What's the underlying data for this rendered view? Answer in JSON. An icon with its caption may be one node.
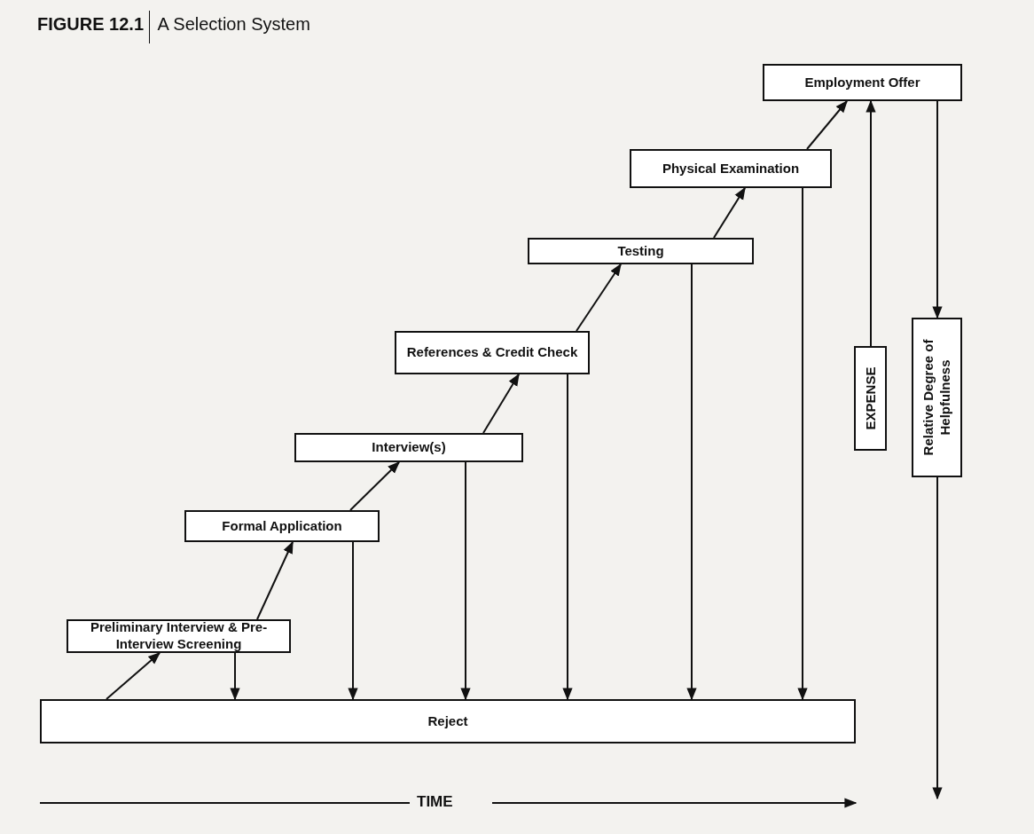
{
  "diagram": {
    "title": "**FIGURE 12.1** A Selection System",
    "nodes": [
      {
        "text": [
          "Reject"
        ]
      },
      {
        "text": [
          "Preliminary Interview & Pre-Interview Screening"
        ]
      },
      {
        "text": [
          "Formal Application"
        ]
      },
      {
        "text": [
          "Interview(s)"
        ]
      },
      {
        "text": [
          "References & Credit Check"
        ]
      },
      {
        "text": [
          "Testing"
        ]
      },
      {
        "text": [
          "Physical Examination"
        ]
      },
      {
        "text": [
          "Employment Offer"
        ]
      },
      {
        "text": [
          "EXPENSE"
        ]
      },
      {
        "text": [
          "Relative Degree of Helpfulness"
        ]
      }
    ],
    "edges": [
      {
        "from": 0,
        "to": 1,
        "arrow": "to"
      },
      {
        "from": 1,
        "to": 2,
        "arrow": "to"
      },
      {
        "from": 2,
        "to": 3,
        "arrow": "to"
      },
      {
        "from": 3,
        "to": 4,
        "arrow": "to"
      },
      {
        "from": 4,
        "to": 5,
        "arrow": "to"
      },
      {
        "from": 5,
        "to": 6,
        "arrow": "to"
      },
      {
        "from": 6,
        "to": 7,
        "arrow": "to"
      },
      {
        "from": 1,
        "to": 0,
        "arrow": "to"
      },
      {
        "from": 2,
        "to": 0,
        "arrow": "to"
      },
      {
        "from": 3,
        "to": 0,
        "arrow": "to"
      },
      {
        "from": 4,
        "to": 0,
        "arrow": "to"
      },
      {
        "from": 5,
        "to": 0,
        "arrow": "to"
      },
      {
        "from": 6,
        "to": 0,
        "arrow": "to"
      },
      {
        "from": 8,
        "to": 7,
        "arrow": "to"
      },
      {
        "from": 7,
        "to": 9,
        "arrow": "to"
      },
      {
        "from": 9,
        "to": null,
        "arrow": "to"
      }
    ],
    "labels": [
      "TIME"
    ]
  }
}
